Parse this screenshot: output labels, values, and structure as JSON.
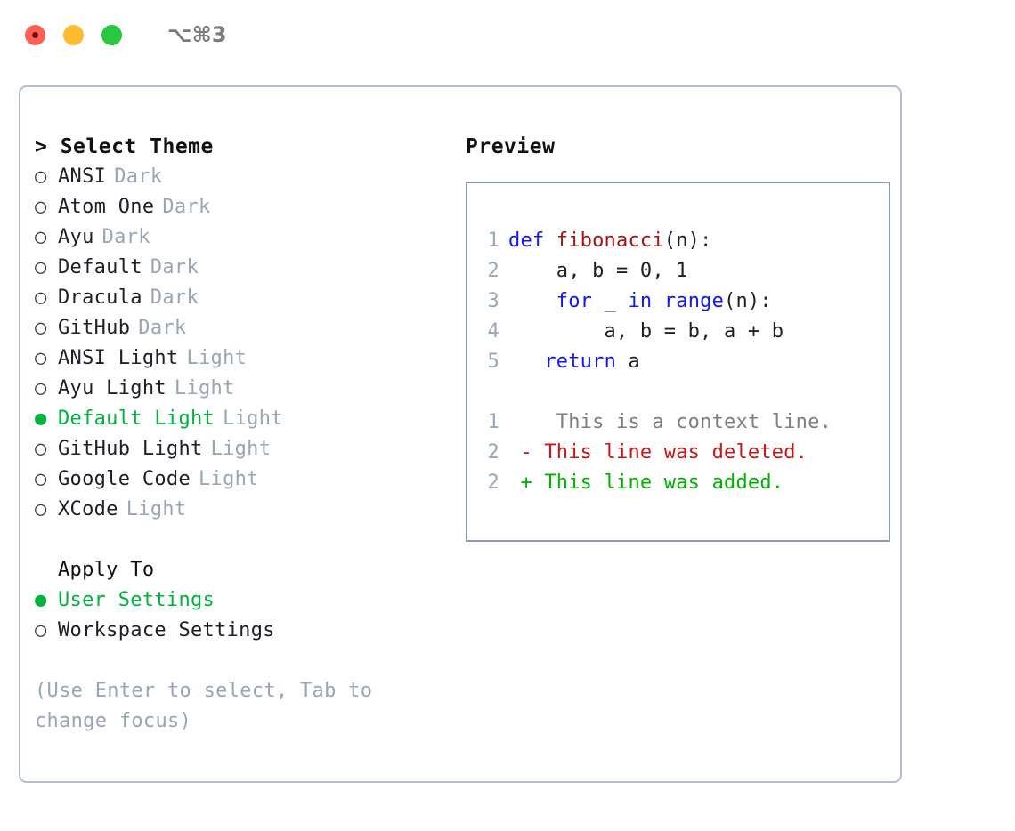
{
  "titlebar": {
    "shortcut": "⌥⌘3",
    "lights": [
      "close",
      "minimize",
      "maximize"
    ]
  },
  "theme_picker": {
    "heading": "> Select Theme",
    "marker_off": "○",
    "marker_on": "●",
    "items": [
      {
        "name": "ANSI",
        "category": "Dark",
        "selected": false
      },
      {
        "name": "Atom One",
        "category": "Dark",
        "selected": false
      },
      {
        "name": "Ayu",
        "category": "Dark",
        "selected": false
      },
      {
        "name": "Default",
        "category": "Dark",
        "selected": false
      },
      {
        "name": "Dracula",
        "category": "Dark",
        "selected": false
      },
      {
        "name": "GitHub",
        "category": "Dark",
        "selected": false
      },
      {
        "name": "ANSI Light",
        "category": "Light",
        "selected": false
      },
      {
        "name": "Ayu Light",
        "category": "Light",
        "selected": false
      },
      {
        "name": "Default Light",
        "category": "Light",
        "selected": true
      },
      {
        "name": "GitHub Light",
        "category": "Light",
        "selected": false
      },
      {
        "name": "Google Code",
        "category": "Light",
        "selected": false
      },
      {
        "name": "XCode",
        "category": "Light",
        "selected": false
      }
    ]
  },
  "apply_to": {
    "heading": "Apply To",
    "items": [
      {
        "name": "User Settings",
        "selected": true
      },
      {
        "name": "Workspace Settings",
        "selected": false
      }
    ]
  },
  "hint": "(Use Enter to select, Tab to change focus)",
  "preview": {
    "heading": "Preview",
    "code_lines": [
      {
        "no": "1",
        "segments": [
          {
            "text": "def ",
            "style": "kw"
          },
          {
            "text": "fibonacci",
            "style": "fn"
          },
          {
            "text": "(n):",
            "style": "body"
          }
        ]
      },
      {
        "no": "2",
        "segments": [
          {
            "text": "    a, b = 0, 1",
            "style": "body"
          }
        ]
      },
      {
        "no": "3",
        "segments": [
          {
            "text": "    ",
            "style": "body"
          },
          {
            "text": "for",
            "style": "kw"
          },
          {
            "text": " _ ",
            "style": "body"
          },
          {
            "text": "in",
            "style": "kw"
          },
          {
            "text": " ",
            "style": "body"
          },
          {
            "text": "range",
            "style": "kw"
          },
          {
            "text": "(n):",
            "style": "body"
          }
        ]
      },
      {
        "no": "4",
        "segments": [
          {
            "text": "        a, b = b, a + b",
            "style": "body"
          }
        ]
      },
      {
        "no": "5",
        "segments": [
          {
            "text": "   ",
            "style": "body"
          },
          {
            "text": "return",
            "style": "kw"
          },
          {
            "text": " a",
            "style": "body"
          }
        ]
      }
    ],
    "diff_lines": [
      {
        "no": "1",
        "marker": " ",
        "text": "  This is a context line.",
        "style": "ctx"
      },
      {
        "no": "2",
        "marker": "-",
        "text": " This line was deleted.",
        "style": "del"
      },
      {
        "no": "2",
        "marker": "+",
        "text": " This line was added.",
        "style": "add"
      }
    ]
  },
  "colors": {
    "accent_green": "#00b33c",
    "muted": "#9aa5b6",
    "keyword_blue": "#1414ff",
    "function_red": "#a41414",
    "diff_add": "#00b300",
    "diff_del": "#cc1414",
    "panel_border": "#b3bcca",
    "preview_border": "#8d99ac"
  }
}
